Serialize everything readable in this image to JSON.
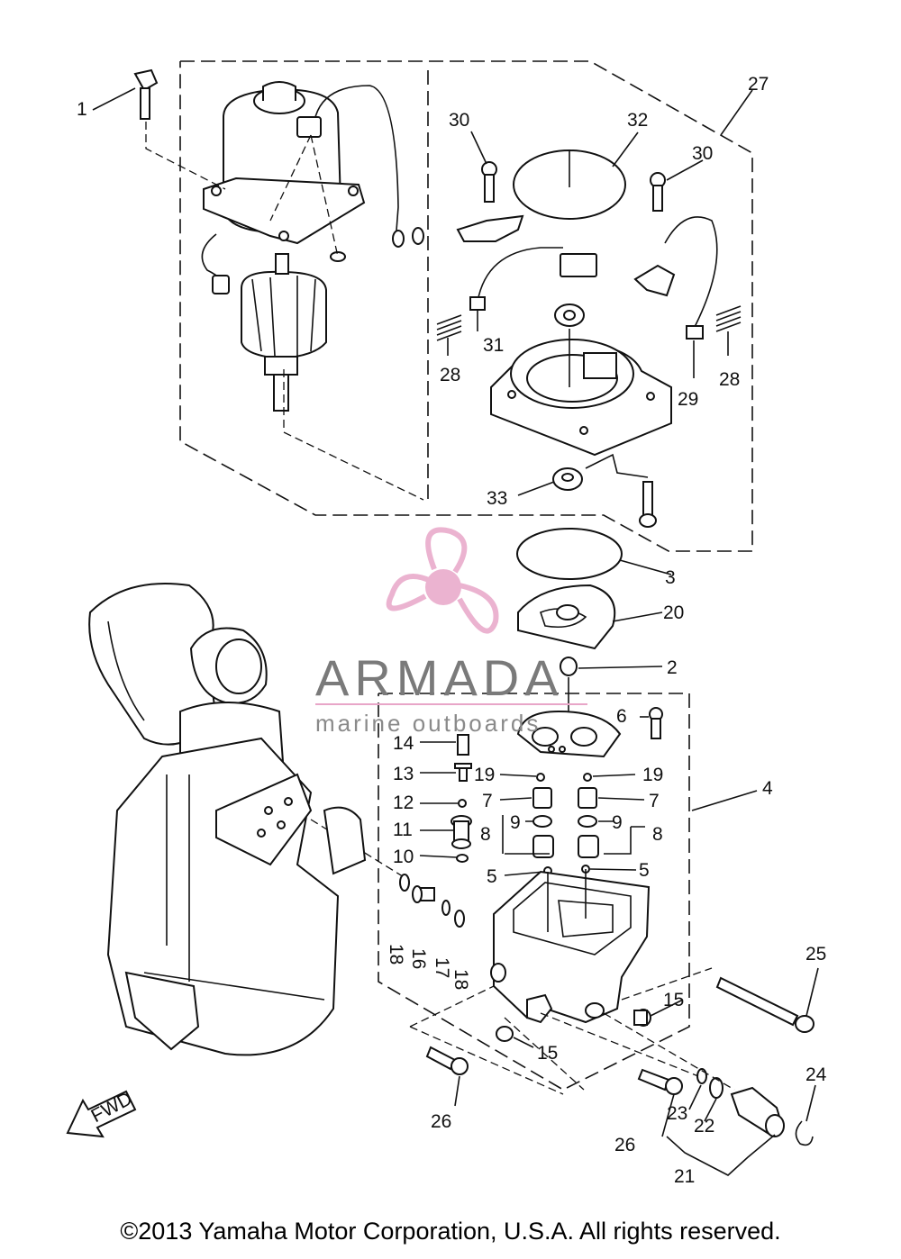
{
  "callouts": [
    "1",
    "30",
    "32",
    "30",
    "27",
    "31",
    "28",
    "28",
    "29",
    "33",
    "3",
    "20",
    "2",
    "6",
    "14",
    "13",
    "19",
    "19",
    "12",
    "7",
    "7",
    "11",
    "9",
    "9",
    "8",
    "8",
    "10",
    "5",
    "5",
    "4",
    "18",
    "16",
    "17",
    "18",
    "15",
    "15",
    "25",
    "26",
    "26",
    "23",
    "22",
    "24",
    "21"
  ],
  "watermark": {
    "title": "ARMADA",
    "subtitle": "marine outboards",
    "logo_color": "#e8a6c8"
  },
  "fwd_label": "FWD",
  "copyright": "©2013 Yamaha Motor Corporation, U.S.A. All rights reserved."
}
